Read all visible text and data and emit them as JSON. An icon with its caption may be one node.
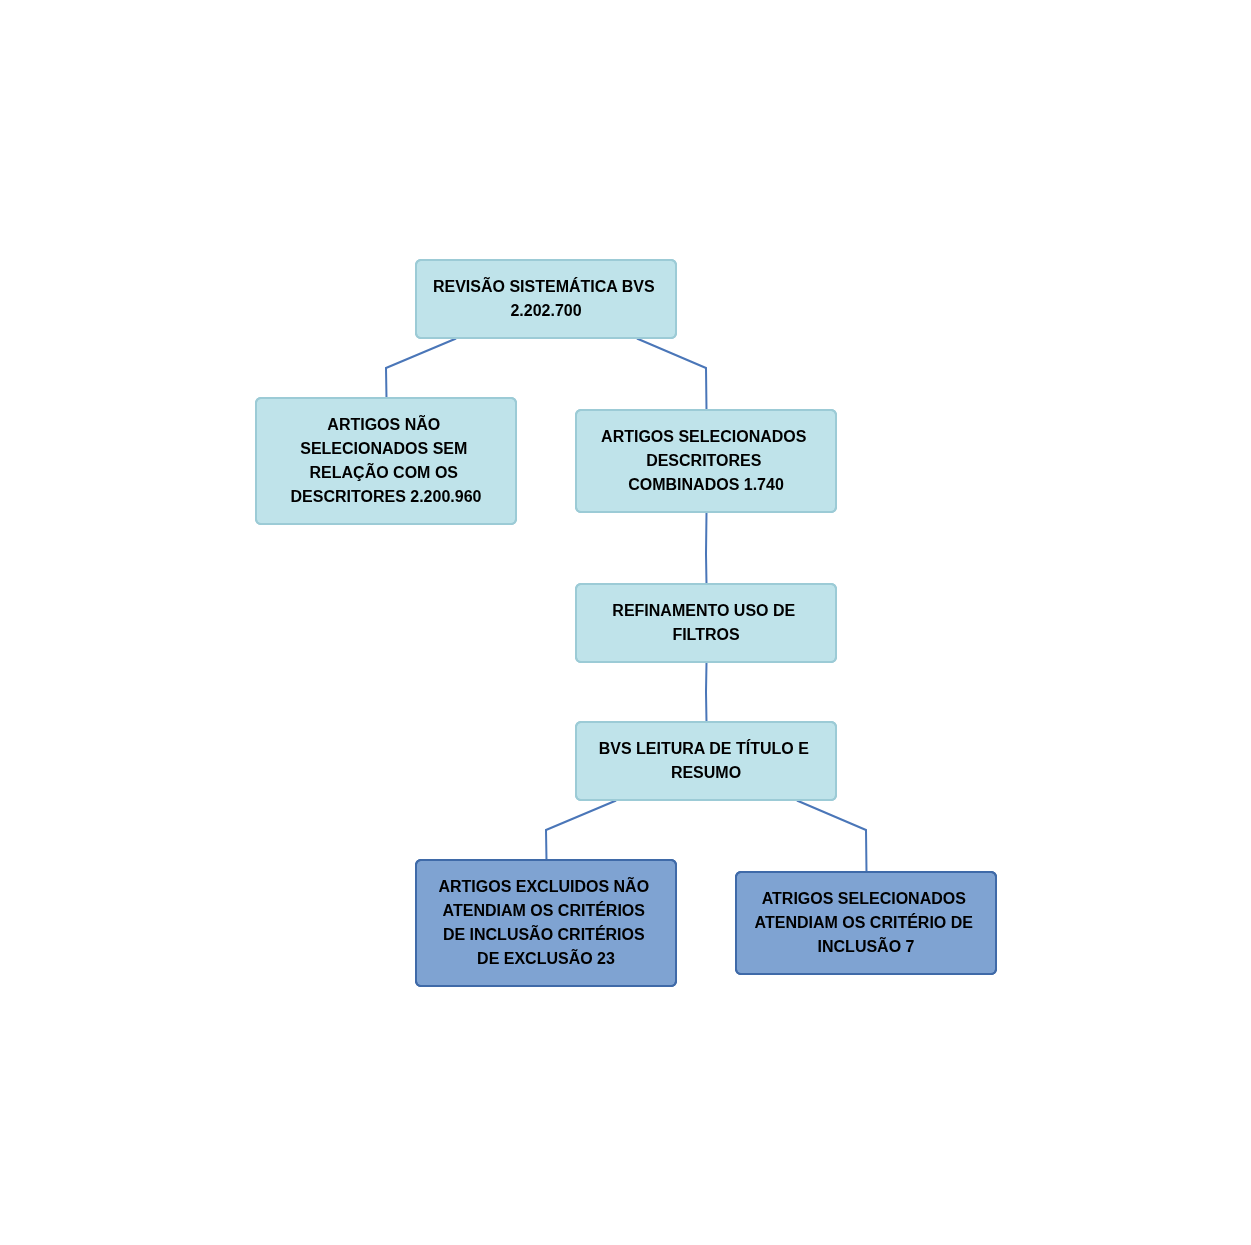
{
  "diagram": {
    "nodes": [
      {
        "text": [
          "REVISÃO SISTEMÁTICA BVS 2.202.700"
        ]
      },
      {
        "text": [
          "ARTIGOS NÃO SELECIONADOS SEM RELAÇÃO COM OS DESCRITORES 2.200.960"
        ]
      },
      {
        "text": [
          "ARTIGOS SELECIONADOS DESCRITORES COMBINADOS 1.740"
        ]
      },
      {
        "text": [
          "REFINAMENTO USO DE FILTROS"
        ]
      },
      {
        "text": [
          "BVS LEITURA DE TÍTULO E RESUMO"
        ]
      },
      {
        "text": [
          "ARTIGOS EXCLUIDOS NÃO ATENDIAM OS CRITÉRIOS DE INCLUSÃO CRITÉRIOS DE EXCLUSÃO 23"
        ]
      },
      {
        "text": [
          "ATRIGOS SELECIONADOS ATENDIAM OS CRITÉRIO DE INCLUSÃO 7"
        ]
      }
    ],
    "edges": [
      {
        "from": 0,
        "to": 1,
        "arrow": "none"
      },
      {
        "from": 0,
        "to": 2,
        "arrow": "none"
      },
      {
        "from": 2,
        "to": 3,
        "arrow": "none"
      },
      {
        "from": 3,
        "to": 4,
        "arrow": "none"
      },
      {
        "from": 4,
        "to": 5,
        "arrow": "none"
      },
      {
        "from": 4,
        "to": 6,
        "arrow": "none"
      }
    ]
  }
}
